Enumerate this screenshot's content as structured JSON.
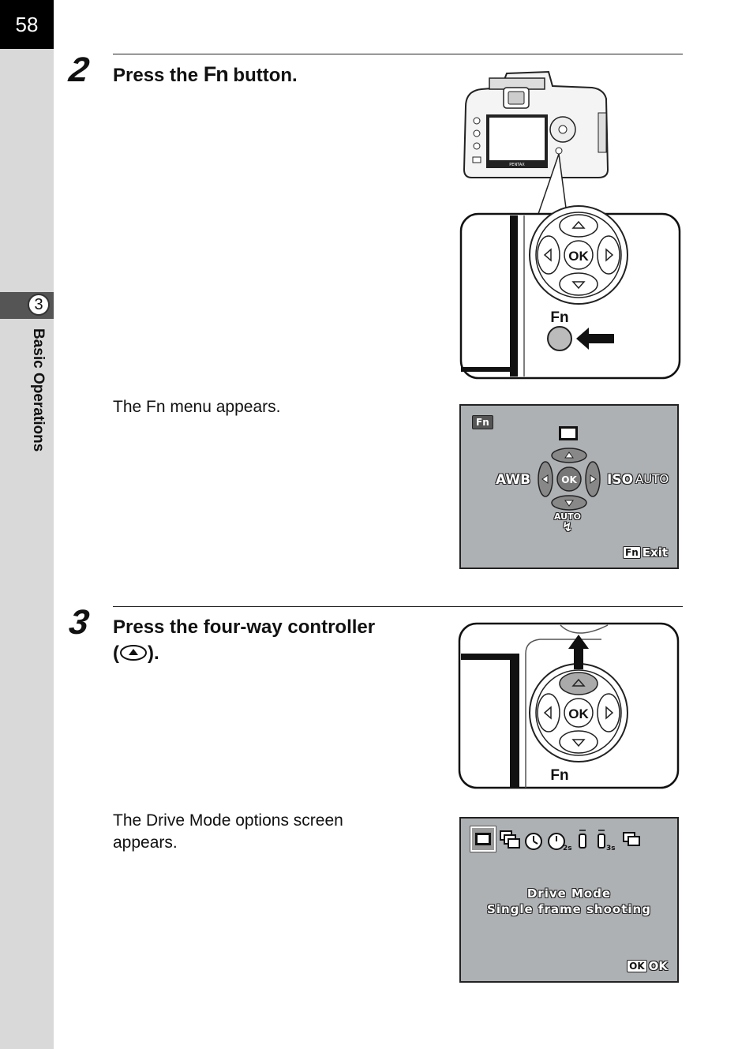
{
  "page": {
    "number": "58"
  },
  "chapter": {
    "number": "3",
    "title": "Basic Operations"
  },
  "step2": {
    "number": "2",
    "heading_pre": "Press the ",
    "heading_fn": "Fn",
    "heading_post": " button.",
    "result": "The Fn menu appears.",
    "figure_labels": {
      "ok": "OK",
      "fn": "Fn",
      "brand": "PENTAX"
    }
  },
  "fn_menu": {
    "corner": "Fn",
    "awb": "AWB",
    "iso": "ISO",
    "iso_value": "AUTO",
    "flash": "AUTO",
    "ok": "OK",
    "exit_key": "Fn",
    "exit_label": "Exit"
  },
  "step3": {
    "number": "3",
    "heading_line1": "Press the four-way controller",
    "heading_line2_pre": "(",
    "heading_line2_post": ").",
    "result": "The Drive Mode options screen appears.",
    "figure_labels": {
      "ok": "OK",
      "fn": "Fn"
    }
  },
  "drive_screen": {
    "icon_labels": [
      "2s",
      "3s"
    ],
    "title": "Drive Mode",
    "subtitle": "Single frame shooting",
    "ok_key": "OK",
    "ok_label": "OK"
  }
}
